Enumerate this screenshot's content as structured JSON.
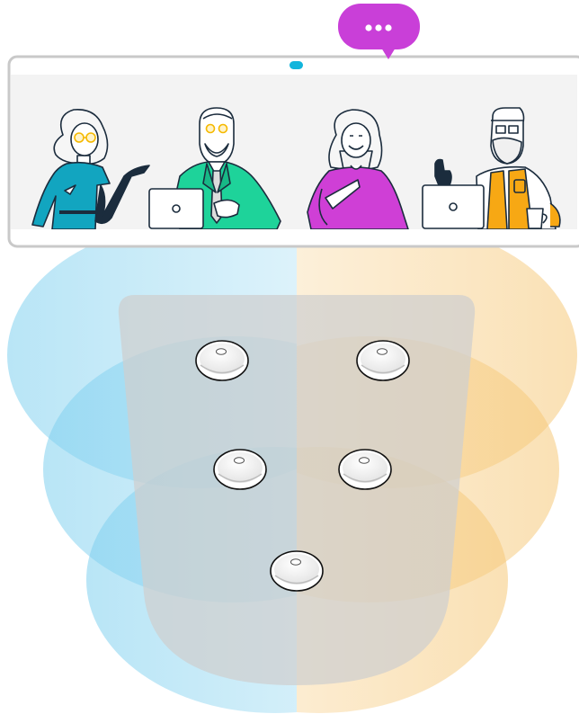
{
  "colors": {
    "bubble": "#c93fd8",
    "accent_dot": "#12b5dc",
    "screen_frame": "#c9c9c9",
    "screen_bg": "#f3f3f3",
    "table": "#d6d6d6",
    "coverage_left": "#7fd0ef",
    "coverage_right": "#f6c878",
    "person_teal": "#12a5c0",
    "person_green": "#1ed39a",
    "person_magenta": "#cf3fd6",
    "person_orange": "#f7a814",
    "outline": "#1b2c3d"
  },
  "speech_bubble": {
    "icon": "ellipsis-icon"
  },
  "screen": {
    "indicator": "camera-indicator"
  },
  "participants": [
    {
      "name": "woman-with-glasses",
      "shirt_color": "#12a5c0"
    },
    {
      "name": "man-in-green-suit",
      "shirt_color": "#1ed39a"
    },
    {
      "name": "smiling-woman",
      "shirt_color": "#cf3fd6"
    },
    {
      "name": "bearded-man-thumbs-up",
      "shirt_color": "#f7a814"
    }
  ],
  "microphones": {
    "count": 5,
    "icon": "ceiling-microphone-icon"
  }
}
